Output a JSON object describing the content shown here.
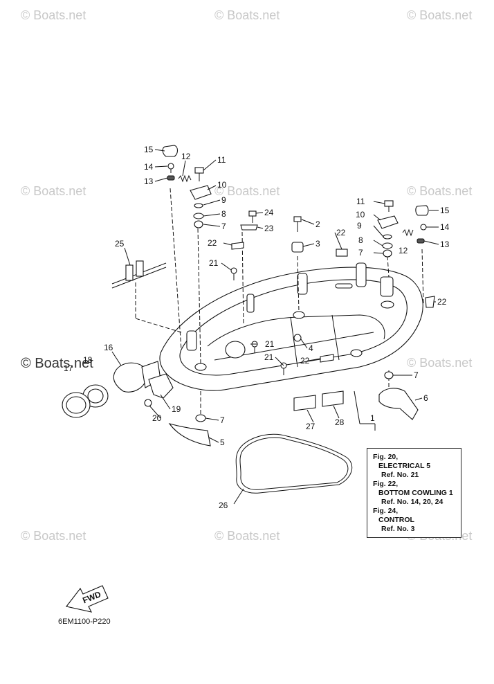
{
  "watermark": {
    "text": "© Boats.net"
  },
  "parts": [
    "1",
    "2",
    "3",
    "4",
    "5",
    "6",
    "7",
    "8",
    "9",
    "10",
    "11",
    "12",
    "13",
    "14",
    "15",
    "16",
    "17",
    "18",
    "19",
    "20",
    "21",
    "22",
    "23",
    "24",
    "25",
    "26",
    "27",
    "28"
  ],
  "reference_box": {
    "entries": [
      {
        "fig": "Fig. 20,",
        "title": "ELECTRICAL 5",
        "ref": "Ref. No. 21"
      },
      {
        "fig": "Fig. 22,",
        "title": "BOTTOM COWLING 1",
        "ref": "Ref. No. 14, 20, 24"
      },
      {
        "fig": "Fig. 24,",
        "title": "CONTROL",
        "ref": "Ref. No. 3"
      }
    ]
  },
  "fwd_label": "FWD",
  "diagram_code": "6EM1100-P220"
}
